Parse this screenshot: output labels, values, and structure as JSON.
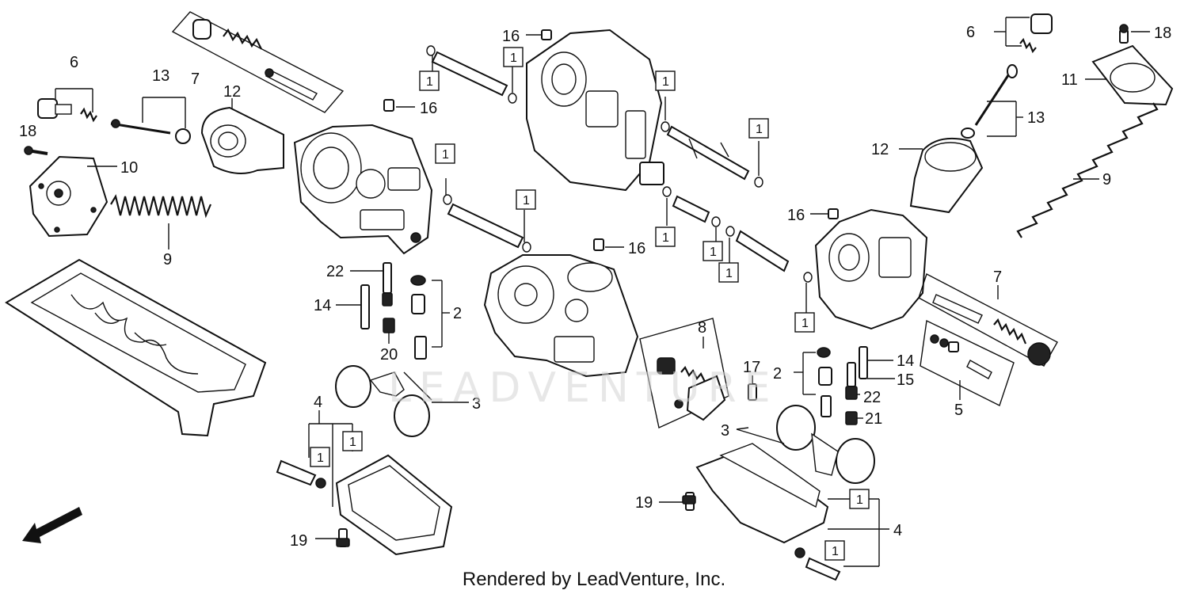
{
  "footer": {
    "credit": "Rendered by LeadVenture, Inc."
  },
  "watermark": {
    "text": "LEADVENTURE"
  },
  "direction": {
    "label": "FWD"
  },
  "colors": {
    "ink": "#111111",
    "watermark": "#d4d4d4",
    "background": "#ffffff"
  },
  "callouts": {
    "c1": "1",
    "c2": "2",
    "c3": "3",
    "c4": "4",
    "c5": "5",
    "c6": "6",
    "c7": "7",
    "c8": "8",
    "c9": "9",
    "c10": "10",
    "c11": "11",
    "c12": "12",
    "c13": "13",
    "c14": "14",
    "c15": "15",
    "c16": "16",
    "c17": "17",
    "c18": "18",
    "c19": "19",
    "c20": "20",
    "c21": "21",
    "c22": "22"
  }
}
